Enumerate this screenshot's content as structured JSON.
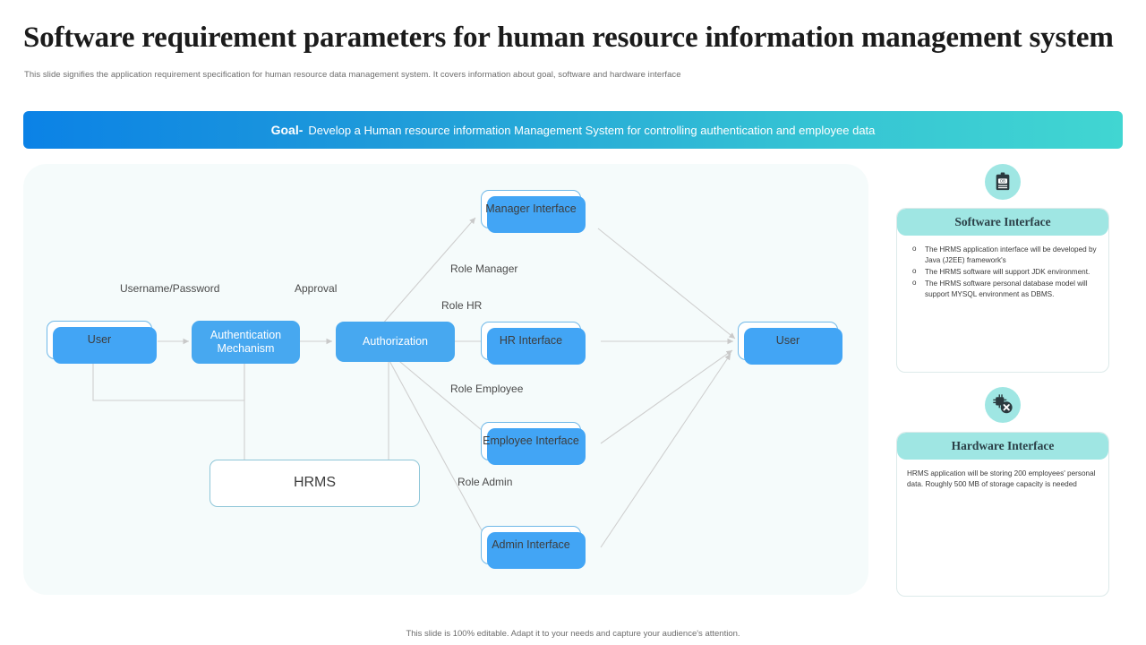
{
  "header": {
    "title": "Software requirement parameters for human resource information management system",
    "subtitle": "This slide signifies the application requirement specification for human resource data management system. It covers information about goal,  software and hardware interface"
  },
  "goal_banner": {
    "label": "Goal-",
    "text": "Develop a Human resource information Management System for controlling authentication and employee data",
    "gradient_start": "#0b82e6",
    "gradient_end": "#41d6d2"
  },
  "diagram": {
    "nodes": [
      {
        "id": "user-left",
        "label": "User",
        "style": "white"
      },
      {
        "id": "authentication-mechanism",
        "label": "Authentication Mechanism",
        "style": "blue"
      },
      {
        "id": "authorization",
        "label": "Authorization",
        "style": "blue"
      },
      {
        "id": "hrms",
        "label": "HRMS",
        "style": "plain"
      },
      {
        "id": "manager-interface",
        "label": "Manager Interface",
        "style": "white"
      },
      {
        "id": "hr-interface",
        "label": "HR Interface",
        "style": "white"
      },
      {
        "id": "employee-interface",
        "label": "Employee Interface",
        "style": "white"
      },
      {
        "id": "admin-interface",
        "label": "Admin Interface",
        "style": "white"
      },
      {
        "id": "user-right",
        "label": "User",
        "style": "white"
      }
    ],
    "edge_labels": [
      {
        "id": "username-password",
        "text": "Username/Password"
      },
      {
        "id": "approval",
        "text": "Approval"
      },
      {
        "id": "role-manager",
        "text": "Role Manager"
      },
      {
        "id": "role-hr",
        "text": "Role HR"
      },
      {
        "id": "role-employee",
        "text": "Role Employee"
      },
      {
        "id": "role-admin",
        "text": "Role Admin"
      }
    ],
    "node_blue": "#47a8f0",
    "panel_background": "#f5fbfb"
  },
  "side_panels": [
    {
      "id": "software-interface",
      "icon": "clipboard-database-icon",
      "title": "Software Interface",
      "accent": "#9fe6e3",
      "bullets": [
        "The HRMS  application interface will be developed by Java (J2EE)  framework's",
        "The HRMS  software will support JDK  environment.",
        "The HRMS  software personal database model  will support MYSQL environment as DBMS."
      ],
      "paragraph": ""
    },
    {
      "id": "hardware-interface",
      "icon": "chip-error-icon",
      "title": "Hardware Interface",
      "accent": "#9fe6e3",
      "bullets": [],
      "paragraph": "HRMS  application  will be storing 200 employees' personal data. Roughly  500 MB of storage capacity is needed"
    }
  ],
  "footer": {
    "note": "This slide is 100% editable.  Adapt it to your needs and capture your audience's attention."
  }
}
